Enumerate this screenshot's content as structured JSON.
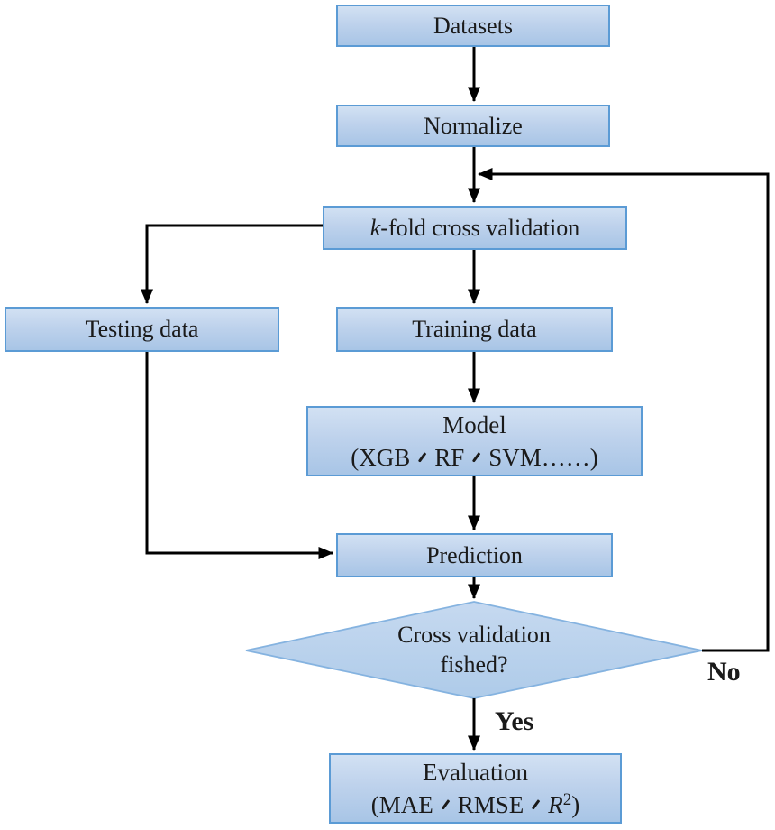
{
  "flowchart": {
    "nodes": {
      "datasets": {
        "label": "Datasets"
      },
      "normalize": {
        "label": "Normalize"
      },
      "kfold": {
        "italic": "k",
        "rest": "-fold cross validation"
      },
      "testing": {
        "label": "Testing data"
      },
      "training": {
        "label": "Training data"
      },
      "model": {
        "line1": "Model",
        "parts": [
          "(XGB",
          "RF",
          "SVM……)"
        ],
        "separator": "、"
      },
      "prediction": {
        "label": "Prediction"
      },
      "decision": {
        "line1": "Cross validation",
        "line2": "fished?"
      },
      "evaluation": {
        "line1": "Evaluation",
        "parts": [
          "(MAE",
          "RMSE"
        ],
        "r_italic": "R",
        "r_sup": "2",
        "close": ")",
        "separator": "、"
      }
    },
    "edge_labels": {
      "yes": "Yes",
      "no": "No"
    },
    "colors": {
      "box_fill_top": "#d2e1f3",
      "box_fill_bottom": "#a8c5e6",
      "box_border": "#5b9bd5",
      "diamond_fill_top": "#c6d9f0",
      "diamond_fill_bottom": "#aecbe9",
      "diamond_border": "#85b3e0",
      "arrow": "#000000",
      "text": "#1a1a1a"
    }
  }
}
